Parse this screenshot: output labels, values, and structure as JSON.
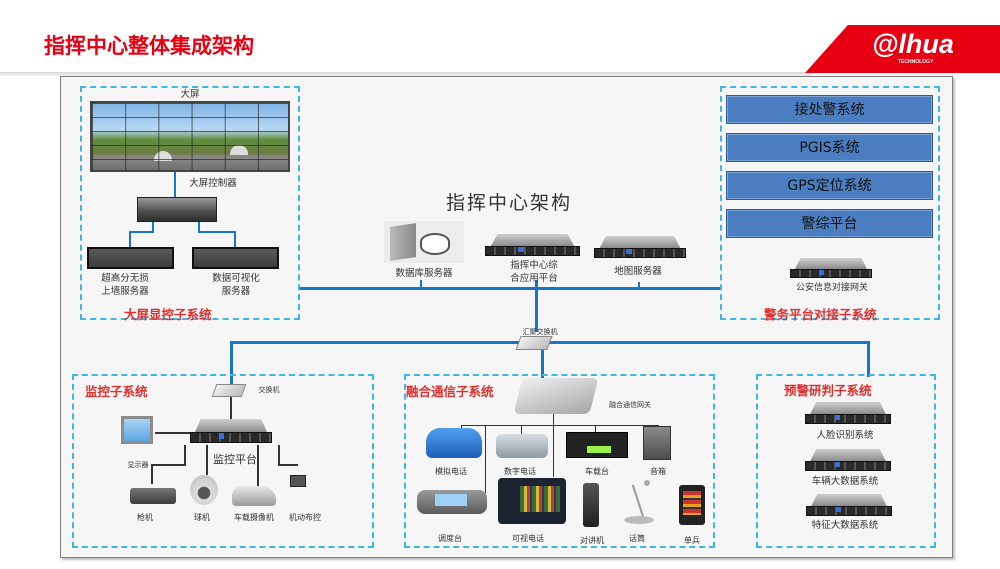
{
  "header": {
    "title": "指挥中心整体集成架构",
    "logo_text": "@lhua",
    "logo_sub": "TECHNOLOGY",
    "brand_color": "#e60012"
  },
  "diagram": {
    "center_title": "指挥中心架构",
    "core_switch_label": "汇聚交换机",
    "center_servers": [
      {
        "label": "数据库服务器",
        "icon": "database-server-icon"
      },
      {
        "label_line1": "指挥中心综",
        "label_line2": "合应用平台",
        "icon": "rack-server-icon"
      },
      {
        "label": "地图服务器",
        "icon": "rack-server-icon"
      }
    ],
    "big_screen": {
      "title": "大屏显控子系统",
      "screen_label": "大屏",
      "controller_label": "大屏控制器",
      "servers": [
        {
          "line1": "超高分无损",
          "line2": "上墙服务器"
        },
        {
          "line1": "数据可视化",
          "line2": "服务器"
        }
      ]
    },
    "police_platform": {
      "title": "警务平台对接子系统",
      "systems": [
        "接处警系统",
        "PGIS系统",
        "GPS定位系统",
        "警综平台"
      ],
      "gateway_label": "公安信息对接网关",
      "box_color": "#4a7ec1"
    },
    "monitoring": {
      "title": "监控子系统",
      "switch_label": "交换机",
      "platform_label": "监控平台",
      "display_label": "显示器",
      "devices": [
        "枪机",
        "球机",
        "车载摄像机",
        "机动布控"
      ]
    },
    "communication": {
      "title": "融合通信子系统",
      "gateway_label": "融合通信网关",
      "row1": [
        "模拟电话",
        "数字电话",
        "车载台",
        "音箱"
      ],
      "row2": [
        "调度台",
        "可视电话",
        "对讲机",
        "话筒",
        "单兵"
      ]
    },
    "early_warning": {
      "title": "预警研判子系统",
      "systems": [
        "人脸识别系统",
        "车辆大数据系统",
        "特征大数据系统"
      ]
    },
    "line_color": "#1a74c8",
    "dash_color": "#3fb6e6",
    "subtitle_color": "#e03030"
  }
}
